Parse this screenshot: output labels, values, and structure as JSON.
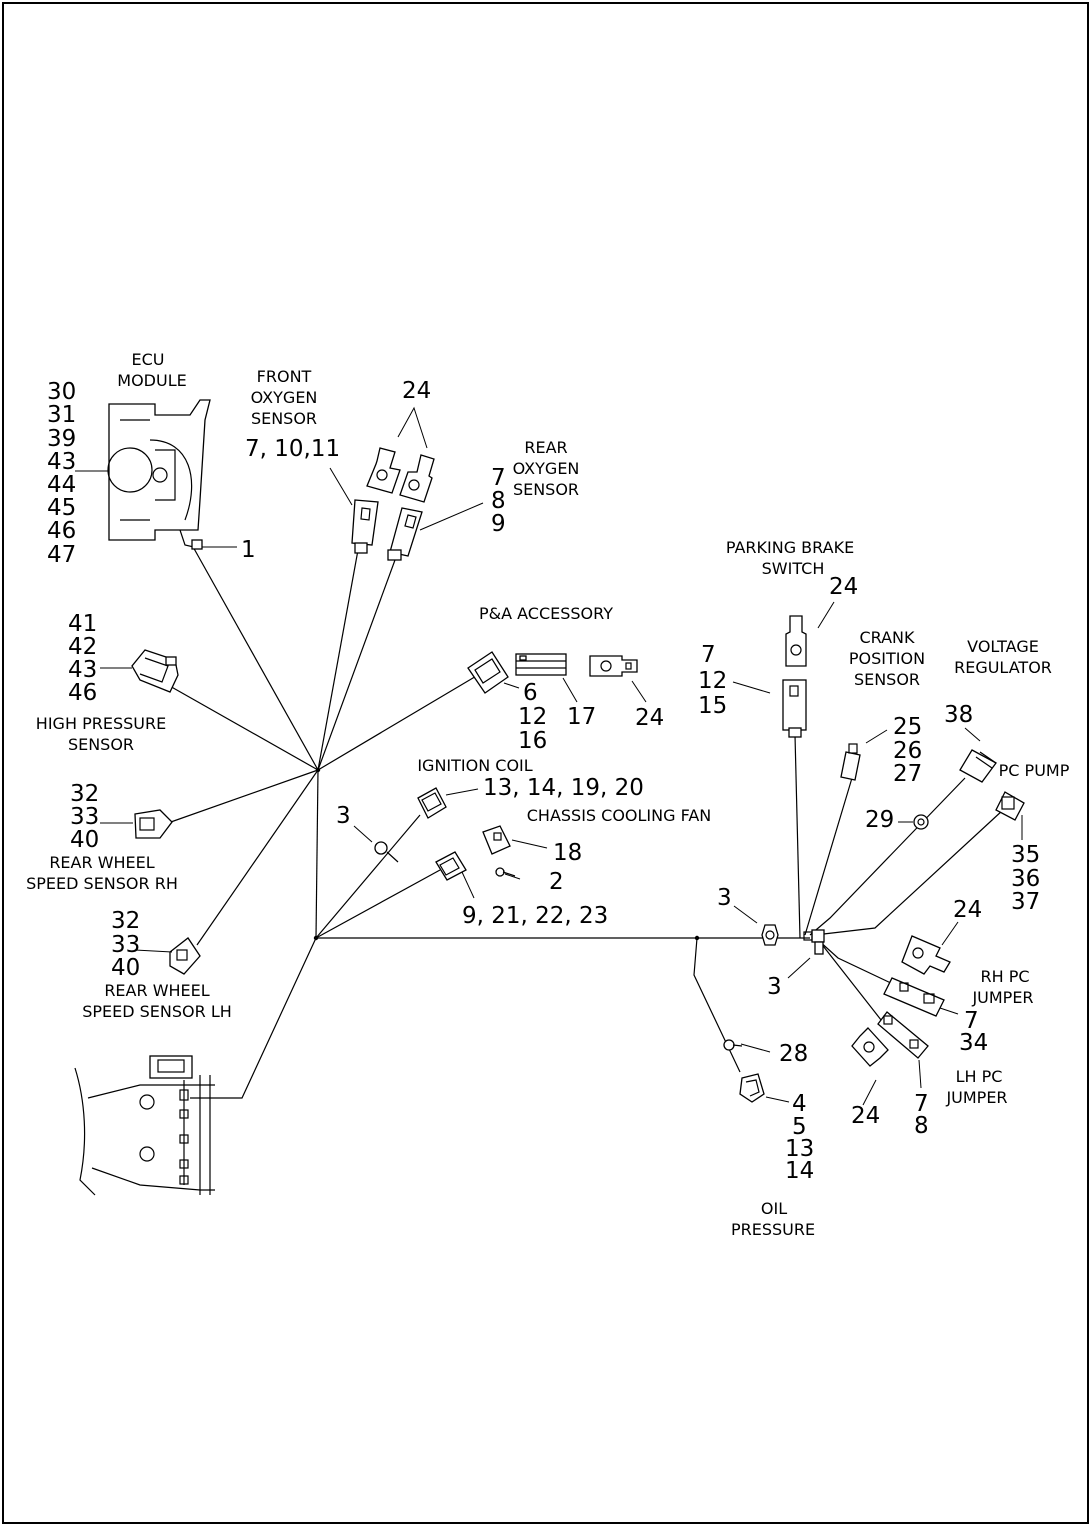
{
  "labels": {
    "ecu_module": [
      "ECU",
      "MODULE"
    ],
    "front_oxygen_sensor": [
      "FRONT",
      "OXYGEN",
      "SENSOR"
    ],
    "rear_oxygen_sensor": [
      "REAR",
      "OXYGEN",
      "SENSOR"
    ],
    "parking_brake_switch": [
      "PARKING BRAKE",
      "SWITCH"
    ],
    "pa_accessory": [
      "P&A ACCESSORY"
    ],
    "crank_position_sensor": [
      "CRANK",
      "POSITION",
      "SENSOR"
    ],
    "voltage_regulator": [
      "VOLTAGE",
      "REGULATOR"
    ],
    "high_pressure_sensor": [
      "HIGH PRESSURE",
      "SENSOR"
    ],
    "ignition_coil": [
      "IGNITION COIL"
    ],
    "pc_pump": [
      "PC PUMP"
    ],
    "chassis_cooling_fan": [
      "CHASSIS COOLING FAN"
    ],
    "rear_wheel_speed_sensor_rh": [
      "REAR WHEEL",
      "SPEED SENSOR RH"
    ],
    "rear_wheel_speed_sensor_lh": [
      "REAR WHEEL",
      "SPEED SENSOR LH"
    ],
    "rh_pc_jumper": [
      "RH PC",
      "JUMPER"
    ],
    "lh_pc_jumper": [
      "LH PC",
      "JUMPER"
    ],
    "oil_pressure": [
      "OIL",
      "PRESSURE"
    ]
  },
  "callouts": {
    "ecu_parts": [
      "30",
      "31",
      "39",
      "43",
      "44",
      "45",
      "46",
      "47"
    ],
    "ecu_clip": [
      "1"
    ],
    "front_o2_parts": [
      "7, 10,11"
    ],
    "o2_caps": [
      "24"
    ],
    "rear_o2_parts": [
      "7",
      "8",
      "9"
    ],
    "parking_brake_cap": [
      "24"
    ],
    "parking_brake_parts": [
      "7",
      "12",
      "15"
    ],
    "pa_connector": [
      "6",
      "12",
      "16"
    ],
    "pa_plug": [
      "17"
    ],
    "pa_cap": [
      "24"
    ],
    "high_pressure_parts": [
      "41",
      "42",
      "43",
      "46"
    ],
    "crank_parts": [
      "25",
      "26",
      "27"
    ],
    "voltage_reg_part": [
      "38"
    ],
    "ignition_coil_parts": [
      "13, 14, 19, 20"
    ],
    "grommet_upper": [
      "3"
    ],
    "fan_connector": [
      "18"
    ],
    "fan_clip": [
      "2"
    ],
    "fan_parts": [
      "9, 21, 22, 23"
    ],
    "pc_pump_clip": [
      "29"
    ],
    "pc_pump_parts": [
      "35",
      "36",
      "37"
    ],
    "rwss_rh_parts": [
      "32",
      "33",
      "40"
    ],
    "rwss_lh_parts": [
      "32",
      "33",
      "40"
    ],
    "grommet_mid": [
      "3"
    ],
    "grommet_lower": [
      "3"
    ],
    "rh_jumper_cap": [
      "24"
    ],
    "rh_jumper_parts": [
      "7",
      "34"
    ],
    "oil_clip": [
      "28"
    ],
    "lh_jumper_cap": [
      "24"
    ],
    "lh_jumper_parts": [
      "7",
      "8"
    ],
    "oil_pressure_parts": [
      "4",
      "5",
      "13",
      "14"
    ]
  }
}
